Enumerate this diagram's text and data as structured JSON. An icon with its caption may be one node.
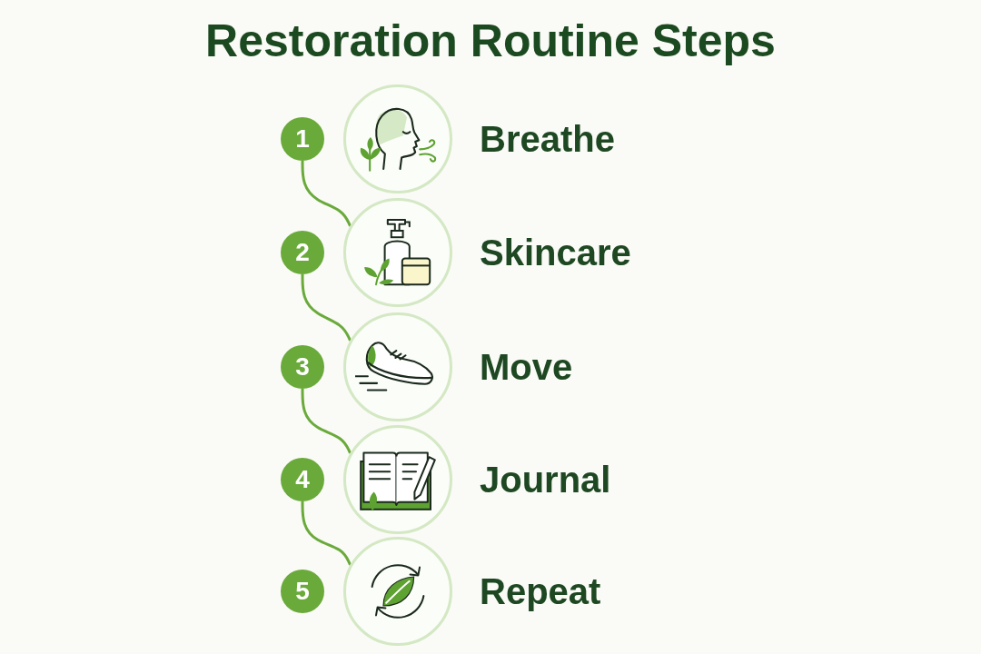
{
  "diagram": {
    "title": "Restoration Routine Steps",
    "nodes": [
      {
        "text": [
          "1"
        ]
      },
      {
        "text": [],
        "shape": "circle",
        "beside": [
          "Breathe"
        ]
      },
      {
        "text": [
          "2"
        ]
      },
      {
        "text": [],
        "shape": "circle",
        "beside": [
          "Skincare"
        ]
      },
      {
        "text": [
          "3"
        ]
      },
      {
        "text": [],
        "shape": "circle",
        "beside": [
          "Move"
        ]
      },
      {
        "text": [
          "4"
        ]
      },
      {
        "text": [],
        "shape": "circle",
        "beside": [
          "Journal"
        ]
      },
      {
        "text": [
          "5"
        ]
      },
      {
        "text": [],
        "shape": "circle",
        "beside": [
          "Repeat"
        ]
      }
    ],
    "edges": [
      {
        "from": 0,
        "to": 3,
        "arrow": "none"
      },
      {
        "from": 2,
        "to": 5,
        "arrow": "none"
      },
      {
        "from": 4,
        "to": 7,
        "arrow": "none"
      },
      {
        "from": 6,
        "to": 9,
        "arrow": "none"
      }
    ]
  }
}
